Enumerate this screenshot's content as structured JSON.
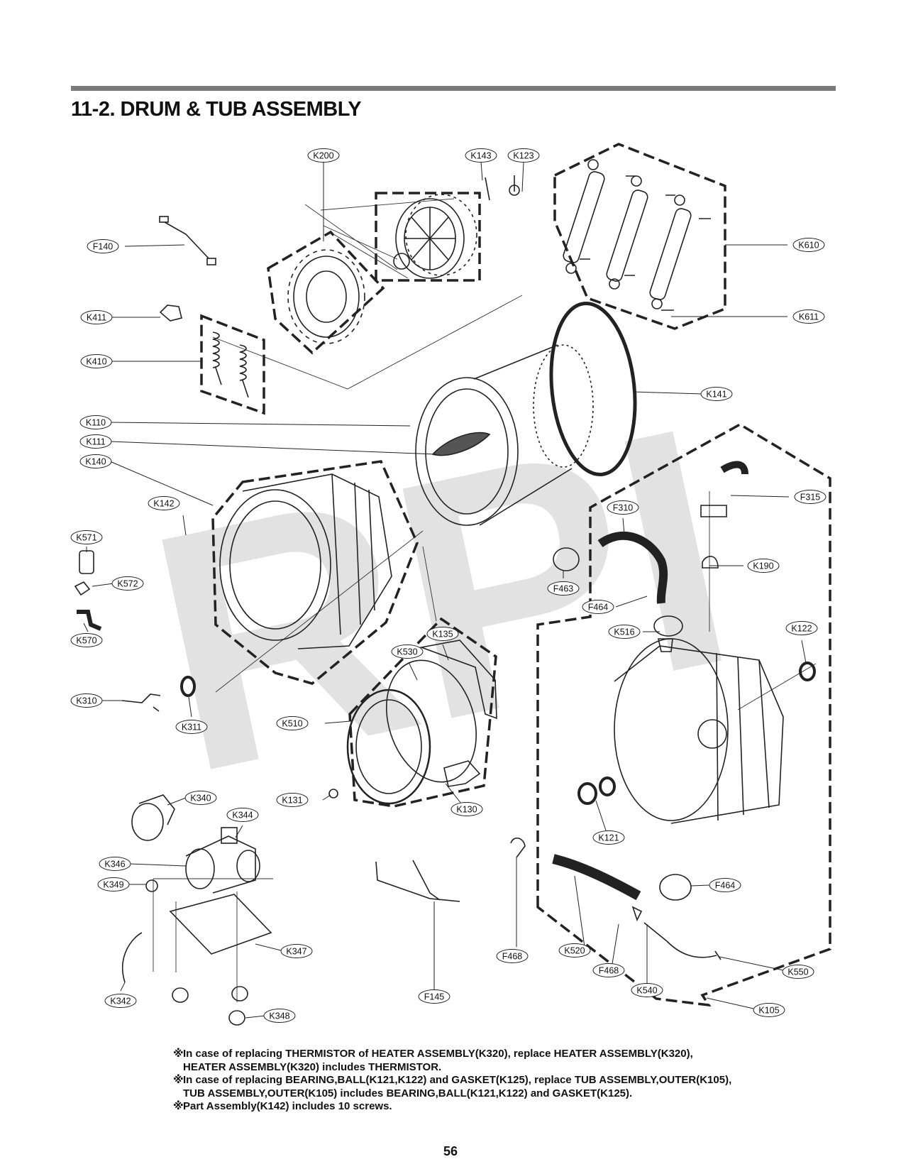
{
  "title": "11-2. DRUM & TUB ASSEMBLY",
  "page_number": "56",
  "watermark": "RPI",
  "colors": {
    "rule": "#7a7a7a",
    "ink": "#222222",
    "watermark": "#e2e2e2"
  },
  "labels": [
    {
      "id": "K200",
      "text": "K200"
    },
    {
      "id": "K143",
      "text": "K143"
    },
    {
      "id": "K123",
      "text": "K123"
    },
    {
      "id": "F140",
      "text": "F140"
    },
    {
      "id": "K610",
      "text": "K610"
    },
    {
      "id": "K611",
      "text": "K611"
    },
    {
      "id": "K411",
      "text": "K411"
    },
    {
      "id": "K410",
      "text": "K410"
    },
    {
      "id": "K141",
      "text": "K141"
    },
    {
      "id": "K110",
      "text": "K110"
    },
    {
      "id": "K111",
      "text": "K111"
    },
    {
      "id": "K140",
      "text": "K140"
    },
    {
      "id": "F315",
      "text": "F315"
    },
    {
      "id": "K142",
      "text": "K142"
    },
    {
      "id": "F310",
      "text": "F310"
    },
    {
      "id": "K571",
      "text": "K571"
    },
    {
      "id": "K190",
      "text": "K190"
    },
    {
      "id": "K572",
      "text": "K572"
    },
    {
      "id": "F463",
      "text": "F463"
    },
    {
      "id": "F464a",
      "text": "F464"
    },
    {
      "id": "K516",
      "text": "K516"
    },
    {
      "id": "K122",
      "text": "K122"
    },
    {
      "id": "K570",
      "text": "K570"
    },
    {
      "id": "K530",
      "text": "K530"
    },
    {
      "id": "K135",
      "text": "K135"
    },
    {
      "id": "K310",
      "text": "K310"
    },
    {
      "id": "K311",
      "text": "K311"
    },
    {
      "id": "K510",
      "text": "K510"
    },
    {
      "id": "K131",
      "text": "K131"
    },
    {
      "id": "K130",
      "text": "K130"
    },
    {
      "id": "K340",
      "text": "K340"
    },
    {
      "id": "K121",
      "text": "K121"
    },
    {
      "id": "K344",
      "text": "K344"
    },
    {
      "id": "K346",
      "text": "K346"
    },
    {
      "id": "F464b",
      "text": "F464"
    },
    {
      "id": "K349",
      "text": "K349"
    },
    {
      "id": "F468a",
      "text": "F468"
    },
    {
      "id": "K520",
      "text": "K520"
    },
    {
      "id": "K347",
      "text": "K347"
    },
    {
      "id": "F468b",
      "text": "F468"
    },
    {
      "id": "K550",
      "text": "K550"
    },
    {
      "id": "K342",
      "text": "K342"
    },
    {
      "id": "F145",
      "text": "F145"
    },
    {
      "id": "K540",
      "text": "K540"
    },
    {
      "id": "K105",
      "text": "K105"
    },
    {
      "id": "K348",
      "text": "K348"
    }
  ],
  "notes": [
    {
      "mark": "※",
      "line1": "In case of replacing THERMISTOR of HEATER ASSEMBLY(K320), replace HEATER ASSEMBLY(K320),",
      "line2": "HEATER ASSEMBLY(K320) includes THERMISTOR."
    },
    {
      "mark": "※",
      "line1": "In case of replacing BEARING,BALL(K121,K122) and GASKET(K125), replace TUB ASSEMBLY,OUTER(K105),",
      "line2": "TUB ASSEMBLY,OUTER(K105) includes BEARING,BALL(K121,K122) and GASKET(K125)."
    },
    {
      "mark": "※",
      "line1": "Part Assembly(K142) includes 10 screws.",
      "line2": ""
    }
  ]
}
